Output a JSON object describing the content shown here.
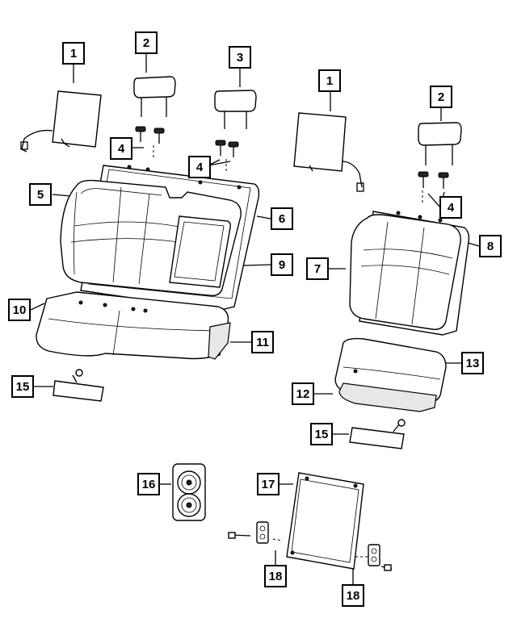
{
  "callouts": {
    "c1a": "1",
    "c2a": "2",
    "c3": "3",
    "c4a": "4",
    "c4b": "4",
    "c5": "5",
    "c6": "6",
    "c7": "7",
    "c8": "8",
    "c9": "9",
    "c10": "10",
    "c11": "11",
    "c1b": "1",
    "c2b": "2",
    "c4c": "4",
    "c12": "12",
    "c13": "13",
    "c15a": "15",
    "c15b": "15",
    "c16": "16",
    "c17": "17",
    "c18a": "18",
    "c18b": "18"
  }
}
